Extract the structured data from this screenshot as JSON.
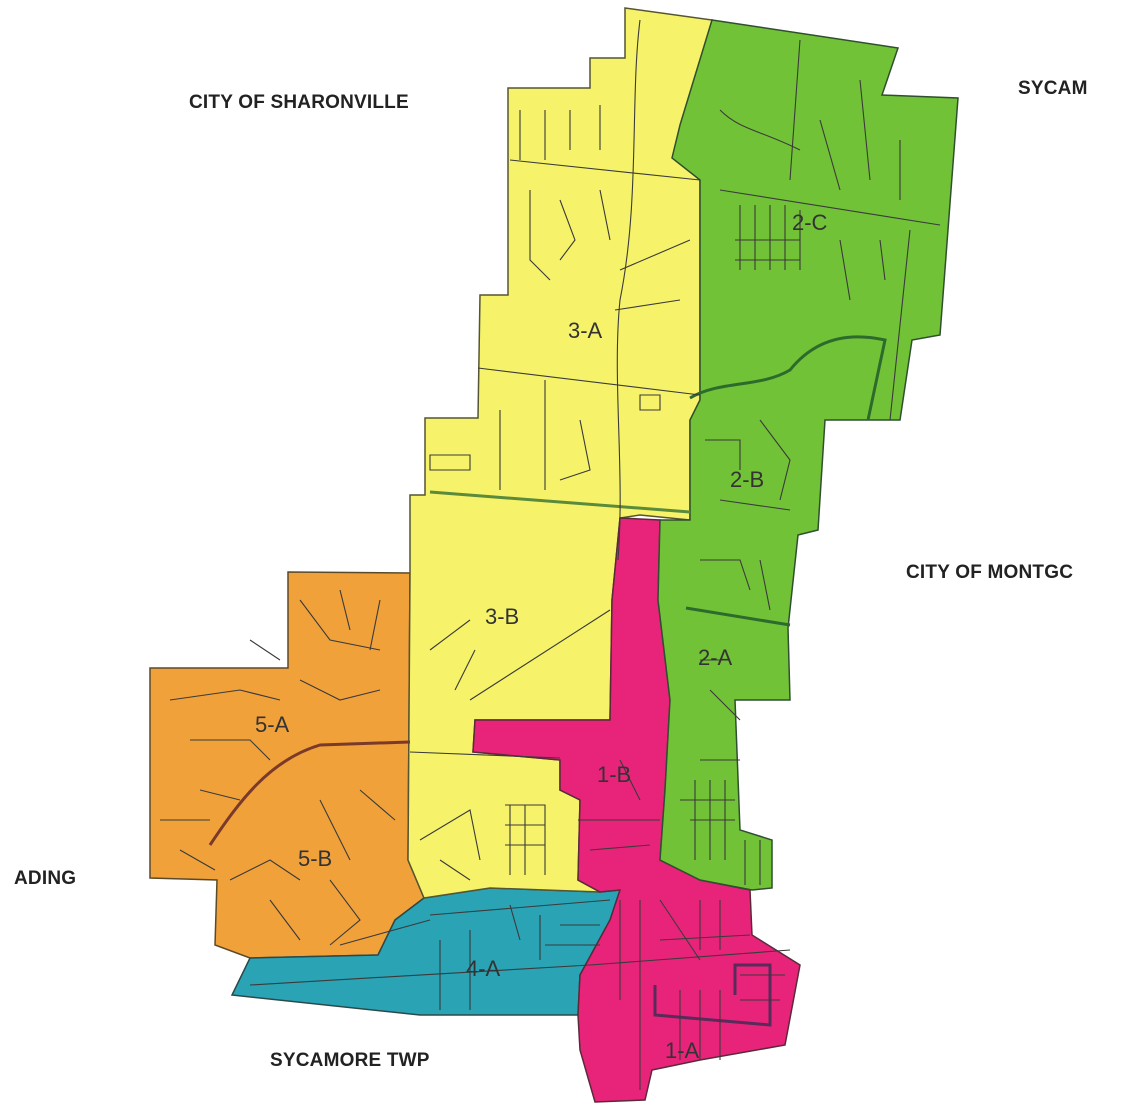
{
  "outside_labels": {
    "sharonville": "CITY OF SHARONVILLE",
    "sycamore_ne": "SYCAM",
    "montgomery": "CITY OF MONTGC",
    "reading": "ADING",
    "sycamore_twp": "SYCAMORE TWP"
  },
  "wards": {
    "w3a": "3-A",
    "w3b": "3-B",
    "w2c": "2-C",
    "w2b": "2-B",
    "w2a": "2-A",
    "w1b": "1-B",
    "w1a": "1-A",
    "w4a": "4-A",
    "w5a": "5-A",
    "w5b": "5-B"
  },
  "colors": {
    "ward3": "#f6f36a",
    "ward2": "#72c238",
    "ward1": "#e8247a",
    "ward4": "#2aa3b5",
    "ward5": "#f1a13a",
    "boundary": "#2f4f2f"
  }
}
